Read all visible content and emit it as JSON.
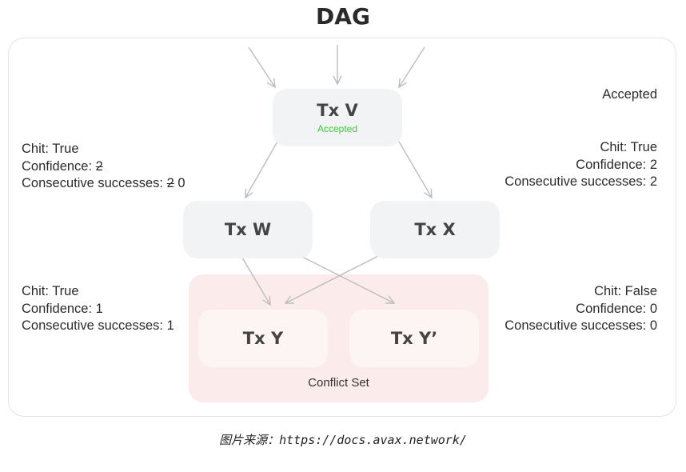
{
  "title": "DAG",
  "side_label": "Accepted",
  "nodes": {
    "v": {
      "name": "Tx V",
      "status": "Accepted"
    },
    "w": {
      "name": "Tx W"
    },
    "x": {
      "name": "Tx X"
    },
    "y": {
      "name": "Tx Y"
    },
    "y_prime": {
      "name": "Tx Y’"
    }
  },
  "conflict_set_label": "Conflict Set",
  "annotations": {
    "w": {
      "chit": "Chit: True",
      "confidence_prefix": "Confidence: ",
      "confidence_old": "2",
      "consecutive_prefix": "Consecutive successes: ",
      "consecutive_old": "2",
      "consecutive_new": " 0"
    },
    "x": {
      "chit": "Chit: True",
      "confidence": "Confidence: 2",
      "consecutive": "Consecutive successes: 2"
    },
    "y": {
      "chit": "Chit: True",
      "confidence": "Confidence: 1",
      "consecutive": "Consecutive successes: 1"
    },
    "y_prime": {
      "chit": "Chit: False",
      "confidence": "Confidence: 0",
      "consecutive": "Consecutive successes: 0"
    }
  },
  "caption": "图片来源：https://docs.avax.network/",
  "colors": {
    "node_fill": "#f2f3f5",
    "conflict_fill": "#fcebeb",
    "accepted_green": "#3ccb3c",
    "edge": "#bdbdbd"
  }
}
